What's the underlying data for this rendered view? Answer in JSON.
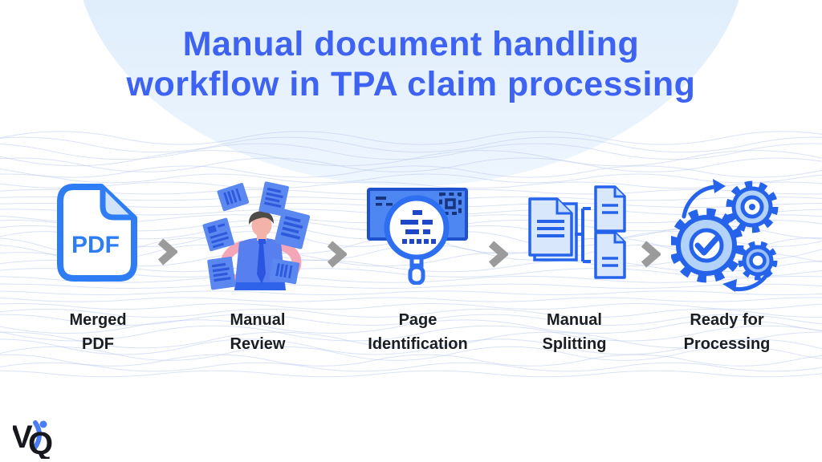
{
  "title": {
    "line1": "Manual document handling",
    "line2": "workflow in TPA claim processing"
  },
  "steps": [
    {
      "id": "merged-pdf",
      "label_line1": "Merged",
      "label_line2": "PDF",
      "icon": "pdf-file-icon",
      "file_type_text": "PDF"
    },
    {
      "id": "manual-review",
      "label_line1": "Manual",
      "label_line2": "Review",
      "icon": "person-reviewing-documents-icon"
    },
    {
      "id": "page-identification",
      "label_line1": "Page",
      "label_line2": "Identification",
      "icon": "magnifier-document-scan-icon"
    },
    {
      "id": "manual-splitting",
      "label_line1": "Manual",
      "label_line2": "Splitting",
      "icon": "documents-split-icon"
    },
    {
      "id": "ready-for-processing",
      "label_line1": "Ready for",
      "label_line2": "Processing",
      "icon": "gears-checkmark-icon"
    }
  ],
  "connector_icon": "chevron-right-icon",
  "logo": {
    "letter_v": "V",
    "letter_q": "Q"
  },
  "colors": {
    "title_blue": "#3e63f2",
    "primary_blue": "#2e7df5",
    "deep_blue": "#1e50c9",
    "medium_blue_fill": "#4e86f2",
    "doc_blue": "#5b87f0",
    "light_blue_fill": "#d8e7fc",
    "gear_fill": "#b3d2fa",
    "ellipse_blue": "#d9eafb",
    "label_text": "#1a1d22",
    "arrow_gray": "#9b9b9b",
    "wave_line": "#bccbef",
    "skin_pink": "#f5a5b8"
  }
}
